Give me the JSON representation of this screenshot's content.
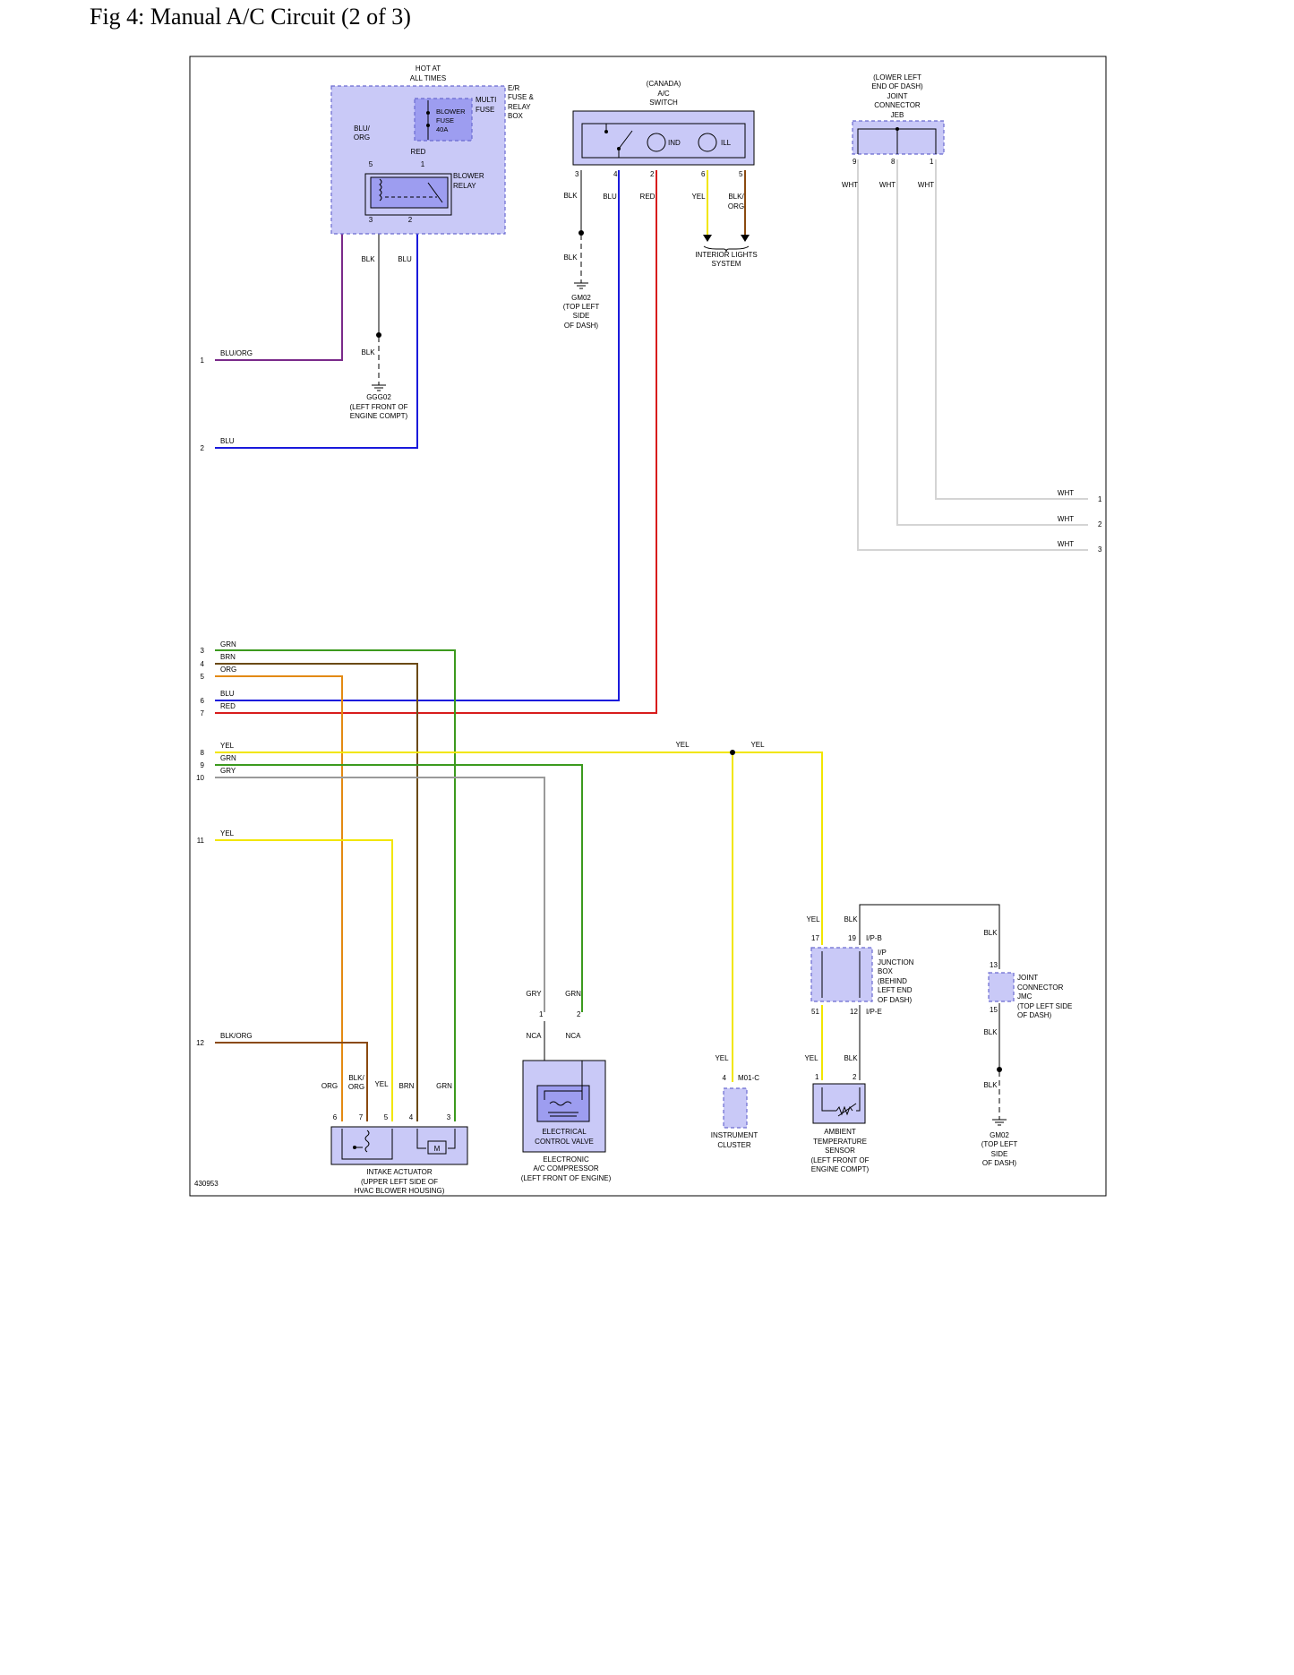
{
  "title": "Fig 4: Manual A/C Circuit (2 of 3)",
  "figure_id": "430953",
  "colors": {
    "BLU": "#1a1adc",
    "RED": "#d81c1c",
    "BLK": "#000000",
    "YEL": "#f2e600",
    "GRN": "#3c9a1e",
    "BRN": "#6b4a14",
    "ORG": "#e38a12",
    "GRY": "#9a9a9a",
    "WHT": "#d4d4d4",
    "BLU/ORG": "#7a2a8a",
    "BLK/ORG": "#8a4a10",
    "component_fill": "#c9c9f7",
    "component_border": "#6a6ad0"
  },
  "components": {
    "er_box": {
      "hot": [
        "HOT AT",
        "ALL TIMES"
      ],
      "name": [
        "E/R",
        "FUSE &",
        "RELAY",
        "BOX"
      ],
      "multi_fuse": [
        "MULTI",
        "FUSE"
      ],
      "blower_fuse": [
        "BLOWER",
        "FUSE",
        "40A"
      ],
      "blower_relay": [
        "BLOWER",
        "RELAY"
      ],
      "pins": {
        "p5": "5",
        "p1": "1",
        "p3": "3",
        "p2": "2"
      },
      "wires": {
        "blu_org": [
          "BLU/",
          "ORG"
        ],
        "red": "RED",
        "blk": "BLK",
        "blu": "BLU"
      }
    },
    "ac_switch": {
      "name": [
        "(CANADA)",
        "A/C",
        "SWITCH"
      ],
      "ind": "IND",
      "ill": "ILL",
      "pins": [
        "3",
        "4",
        "2",
        "6",
        "5"
      ],
      "wires": [
        "BLK",
        "BLU",
        "RED",
        "YEL",
        "BLK/",
        "ORG"
      ],
      "interior": [
        "INTERIOR LIGHTS",
        "SYSTEM"
      ]
    },
    "ground_gm02_top": {
      "wire": "BLK",
      "name": [
        "GM02",
        "(TOP LEFT",
        "SIDE",
        "OF DASH)"
      ]
    },
    "ground_ggg02": {
      "wire": "BLK",
      "name": [
        "GGG02",
        "(LEFT FRONT OF",
        "ENGINE COMPT)"
      ]
    },
    "jeb": {
      "name": [
        "(LOWER LEFT",
        "END OF DASH)",
        "JOINT",
        "CONNECTOR",
        "JEB"
      ],
      "pins": [
        "9",
        "8",
        "1"
      ],
      "wires": [
        "WHT",
        "WHT",
        "WHT"
      ]
    },
    "ip_junction": {
      "name": [
        "I/P",
        "JUNCTION",
        "BOX",
        "(BEHIND",
        "LEFT END",
        "OF DASH)"
      ],
      "conn_b": "I/P-B",
      "conn_e": "I/P-E",
      "pins": {
        "p17": "17",
        "p19": "19",
        "p51": "51",
        "p12": "12"
      },
      "wires": {
        "yel": "YEL",
        "blk": "BLK"
      }
    },
    "jmc": {
      "name": [
        "JOINT",
        "CONNECTOR",
        "JMC",
        "(TOP LEFT SIDE",
        "OF DASH)"
      ],
      "pins": {
        "p13": "13",
        "p15": "15"
      },
      "wire": "BLK"
    },
    "ground_gm02_right": {
      "wire": "BLK",
      "name": [
        "GM02",
        "(TOP LEFT",
        "SIDE",
        "OF DASH)"
      ]
    },
    "intake_actuator": {
      "name": [
        "INTAKE ACTUATOR",
        "(UPPER LEFT SIDE OF",
        "HVAC BLOWER HOUSING)"
      ],
      "pins": [
        "6",
        "7",
        "5",
        "4",
        "3"
      ],
      "wires": [
        "ORG",
        "BLK/",
        "ORG",
        "YEL",
        "BRN",
        "GRN"
      ],
      "motor": "M"
    },
    "compressor": {
      "valve": [
        "ELECTRICAL",
        "CONTROL VALVE"
      ],
      "name": [
        "ELECTRONIC",
        "A/C COMPRESSOR",
        "(LEFT FRONT OF ENGINE)"
      ],
      "pins": [
        "1",
        "2"
      ],
      "wires": [
        "GRY",
        "GRN"
      ],
      "nca": "NCA"
    },
    "cluster": {
      "name": [
        "INSTRUMENT",
        "CLUSTER"
      ],
      "pin": "4",
      "conn": "M01-C",
      "wire": "YEL"
    },
    "ambient": {
      "name": [
        "AMBIENT",
        "TEMPERATURE",
        "SENSOR",
        "(LEFT FRONT OF",
        "ENGINE COMPT)"
      ],
      "pins": [
        "1",
        "2"
      ],
      "wires": [
        "YEL",
        "BLK"
      ]
    }
  },
  "left_terminals": [
    {
      "num": "1",
      "color": "BLU/ORG"
    },
    {
      "num": "2",
      "color": "BLU"
    },
    {
      "num": "3",
      "color": "GRN"
    },
    {
      "num": "4",
      "color": "BRN"
    },
    {
      "num": "5",
      "color": "ORG"
    },
    {
      "num": "6",
      "color": "BLU"
    },
    {
      "num": "7",
      "color": "RED"
    },
    {
      "num": "8",
      "color": "YEL"
    },
    {
      "num": "9",
      "color": "GRN"
    },
    {
      "num": "10",
      "color": "GRY"
    },
    {
      "num": "11",
      "color": "YEL"
    },
    {
      "num": "12",
      "color": "BLK/ORG"
    }
  ],
  "right_terminals": [
    {
      "num": "1",
      "color": "WHT"
    },
    {
      "num": "2",
      "color": "WHT"
    },
    {
      "num": "3",
      "color": "WHT"
    }
  ],
  "splice_labels": [
    "YEL",
    "YEL"
  ]
}
